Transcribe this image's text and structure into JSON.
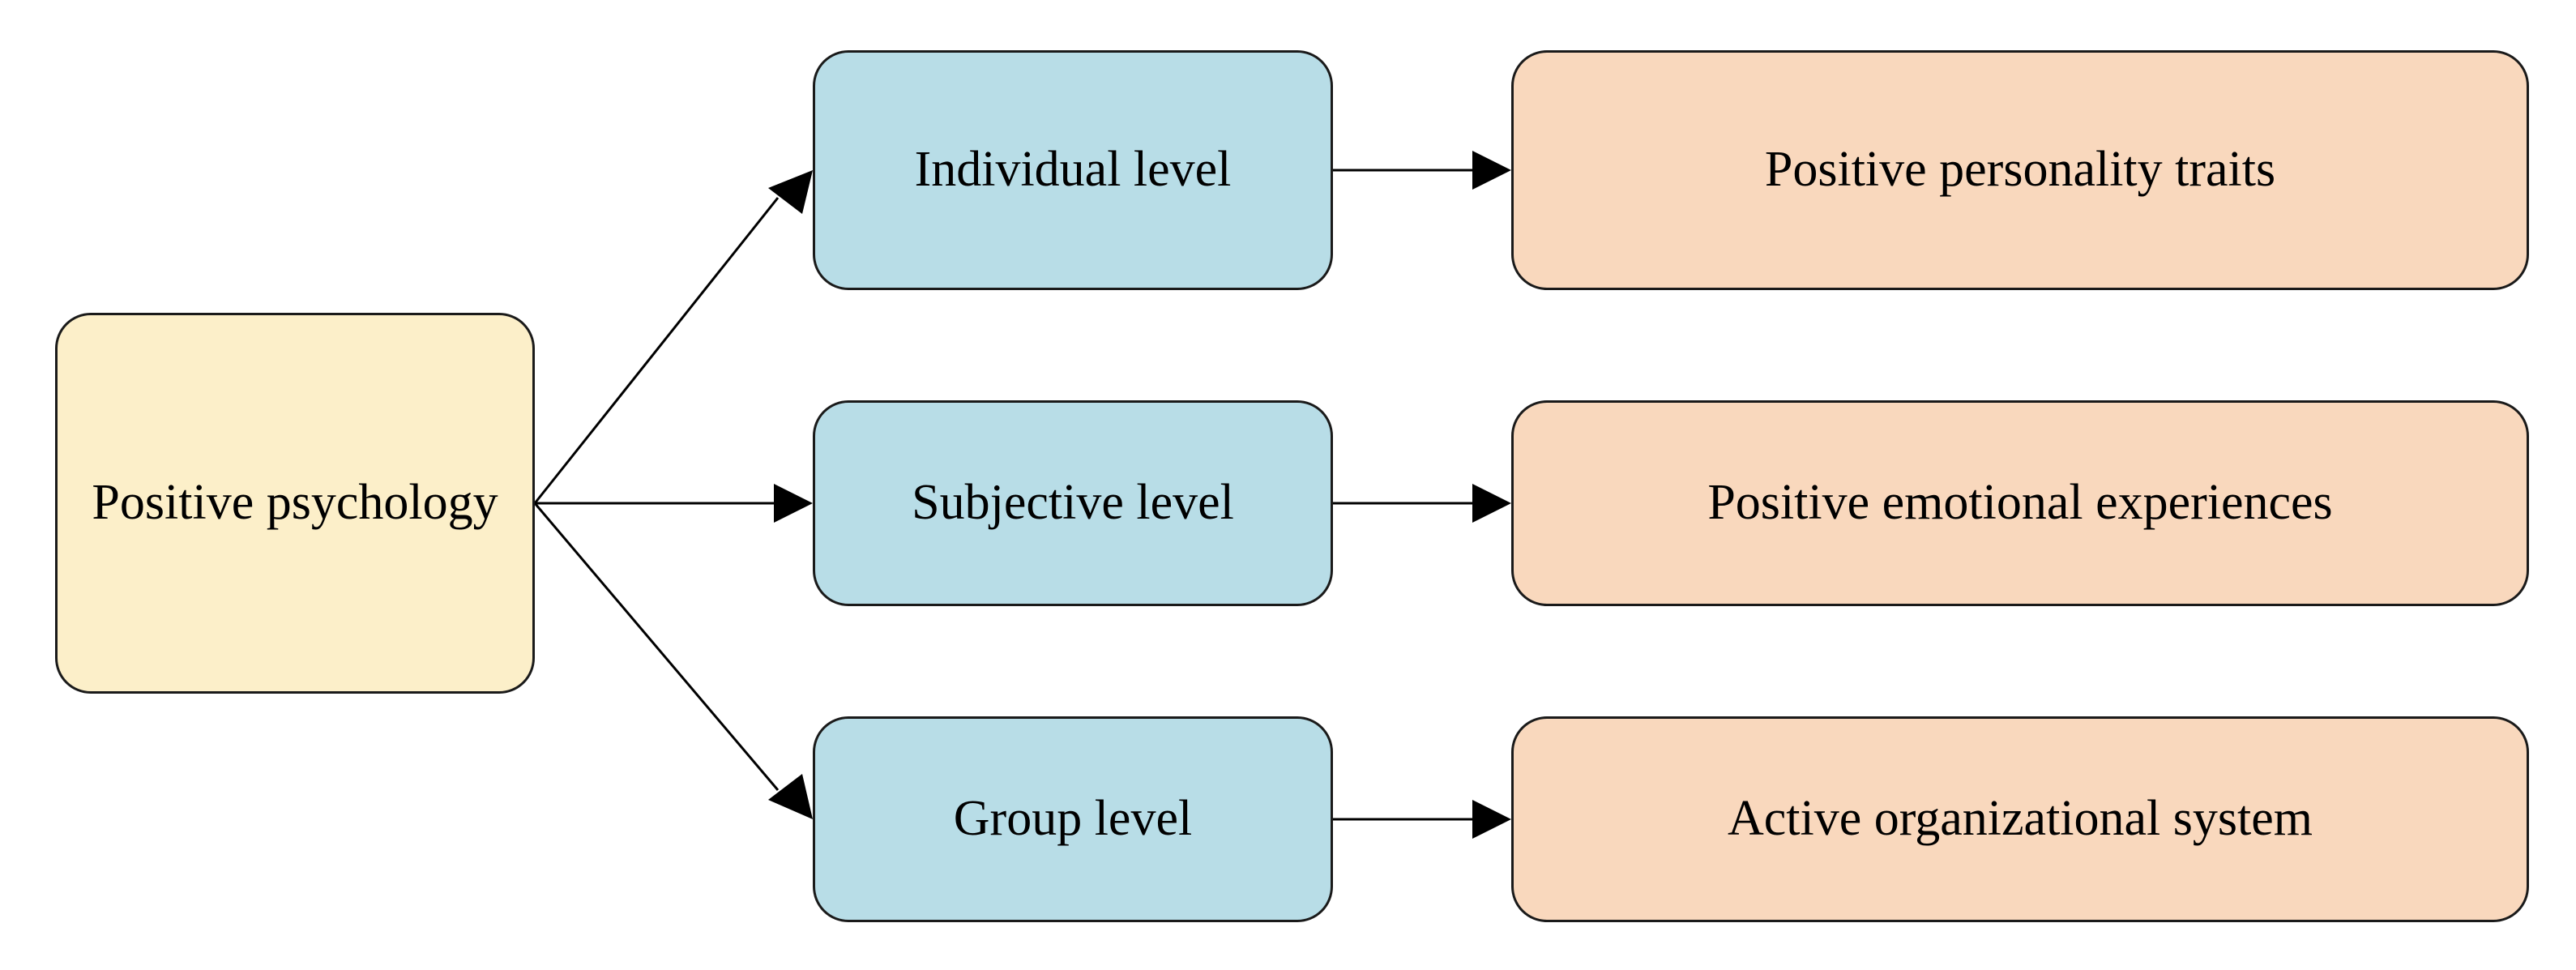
{
  "diagram": {
    "root": {
      "label": "Positive psychology"
    },
    "levels": [
      {
        "label": "Individual level",
        "outcome": "Positive personality traits"
      },
      {
        "label": "Subjective level",
        "outcome": "Positive emotional experiences"
      },
      {
        "label": "Group level",
        "outcome": "Active organizational system"
      }
    ],
    "colors": {
      "root_fill": "#fcefc9",
      "level_fill": "#b8dde7",
      "outcome_fill": "#f9d8bd",
      "stroke": "#1a1a1a"
    }
  }
}
